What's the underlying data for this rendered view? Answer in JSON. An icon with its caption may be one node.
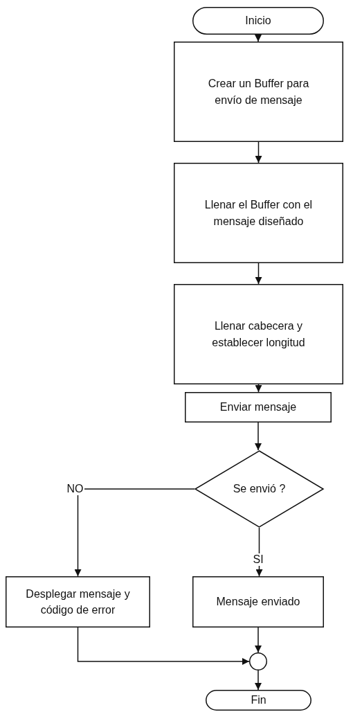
{
  "diagram": {
    "nodes": [
      {
        "text": [
          "Inicio"
        ]
      },
      {
        "text": [
          "Crear un Buffer para envío  de mensaje"
        ]
      },
      {
        "text": [
          "Llenar el Buffer con el mensaje diseñado"
        ]
      },
      {
        "text": [
          "Llenar cabecera y establecer longitud"
        ]
      },
      {
        "text": [
          "Enviar mensaje"
        ]
      },
      {
        "text": [
          "Se envió ?"
        ]
      },
      {
        "text": [
          "Desplegar mensaje y código de error"
        ]
      },
      {
        "text": [
          "Mensaje enviado"
        ]
      },
      {
        "text": [],
        "shape": "circle"
      },
      {
        "text": [
          "Fin"
        ]
      }
    ],
    "edges": [
      {
        "from": 0,
        "to": 1,
        "arrow": "to"
      },
      {
        "from": 1,
        "to": 2,
        "arrow": "to"
      },
      {
        "from": 2,
        "to": 3,
        "arrow": "to"
      },
      {
        "from": 3,
        "to": 4,
        "arrow": "to"
      },
      {
        "from": 4,
        "to": 5,
        "arrow": "to"
      },
      {
        "from": 5,
        "to": 6,
        "arrow": "to",
        "label": "NO"
      },
      {
        "from": 5,
        "to": 7,
        "arrow": "to",
        "label": "SI"
      },
      {
        "from": 6,
        "to": 8,
        "arrow": "to"
      },
      {
        "from": 7,
        "to": 8,
        "arrow": "to"
      },
      {
        "from": 8,
        "to": 9,
        "arrow": "to"
      }
    ]
  }
}
